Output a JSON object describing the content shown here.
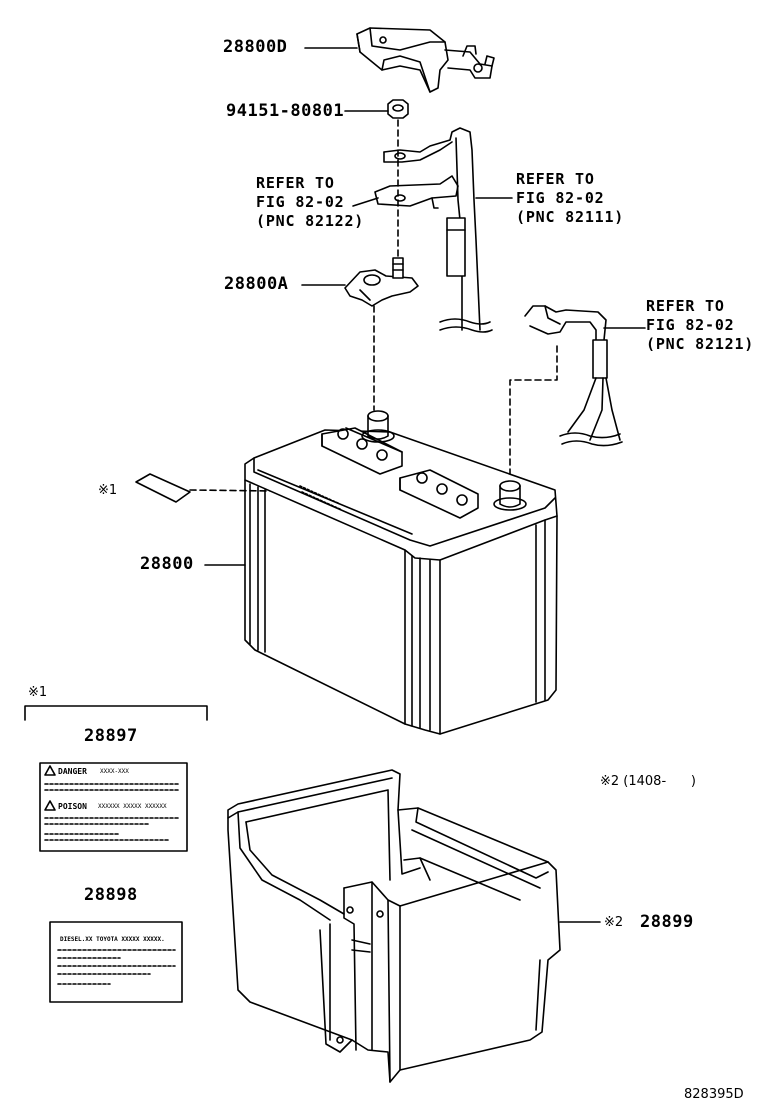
{
  "parts": {
    "clamp_cover": "28800D",
    "nut": "94151-80801",
    "positive_clamp": "28800A",
    "battery": "28800",
    "caution_label": "28897",
    "info_label": "28898",
    "battery_case": "28899"
  },
  "refer_notes": {
    "left": {
      "line1": "REFER TO",
      "line2": "FIG 82-02",
      "line3": "(PNC 82122)"
    },
    "right": {
      "line1": "REFER TO",
      "line2": "FIG 82-02",
      "line3": "(PNC 82111)"
    },
    "negative": {
      "line1": "REFER TO",
      "line2": "FIG 82-02",
      "line3": "(PNC 82121)"
    }
  },
  "marks": {
    "note1": "※1",
    "note1_header": "※1",
    "note2_range": "※2 (1408-      )",
    "note2_case": "※2"
  },
  "labels": {
    "danger_word": "DANGER",
    "poison_word": "POISON",
    "danger_text": "XXXX-XXX",
    "poison_text": "XXXXXX XXXXX XXXXXX",
    "info_text": "DIESEL.XX TOYOTA XXXXX XXXXX."
  },
  "diagram_id": "828395D"
}
